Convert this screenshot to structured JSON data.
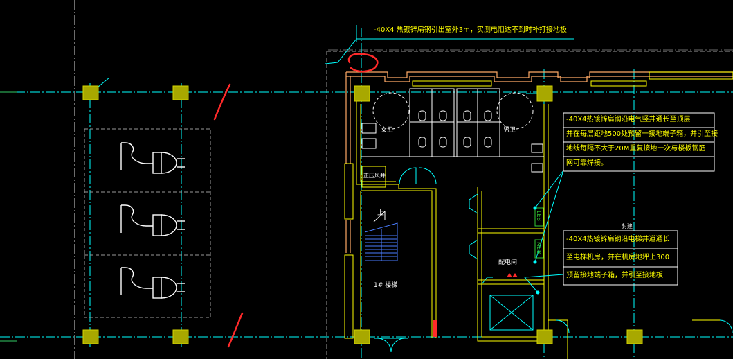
{
  "drawing": {
    "top_note": "-40X4 热镀锌扁钢引出室外3m，实测电阻达不到时补打接地极",
    "note_box_1": {
      "lines": [
        "-40X4热镀锌扁钢沿电气竖井通长至顶层",
        "并在每层距地500处预留一接地端子箱，并引至接",
        "地线每隔不大于20M重复接地一次与楼板钢筋",
        "网可靠焊接。"
      ]
    },
    "note_box_2": {
      "lines": [
        "-40X4热镀锌扁钢沿电梯井道通长",
        "至电梯机房，并在机房地坪上300",
        "预留接地端子箱，并引至接地板"
      ]
    },
    "rooms": {
      "women_wc": "女卫",
      "men_wc": "男卫",
      "pressurized_shaft": "正压风井",
      "stair_up": "上",
      "stair_name": "1# 楼梯",
      "distribution_room": "配电间",
      "area_label": "封建",
      "box_tag_1": "LEB",
      "box_tag_2": "MEB"
    },
    "colors": {
      "background": "#000000",
      "wall_yellow": "#ffff00",
      "wall_orange": "#ffaa66",
      "grid_cyan": "#00ffff",
      "column_fill": "#a8a800",
      "markup_red": "#ff2a2a",
      "border_gray": "#9a9a9a"
    }
  }
}
